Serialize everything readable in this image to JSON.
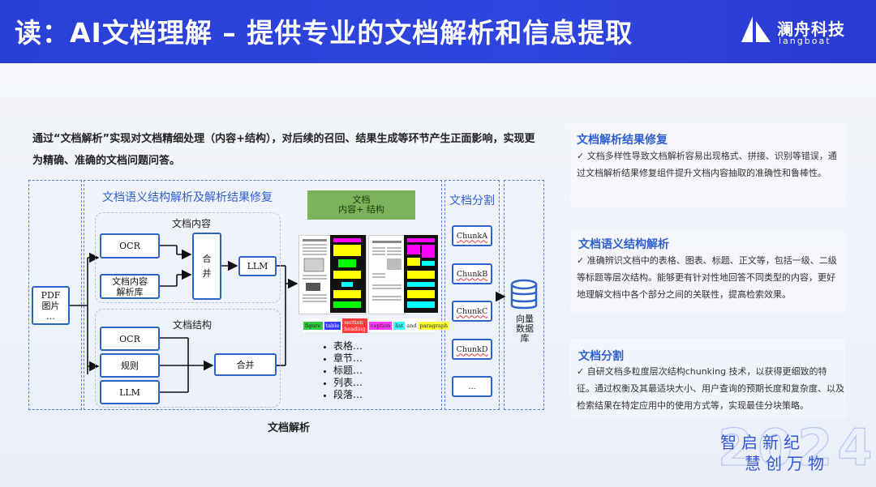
{
  "header": {
    "title": "读：AI文档理解 – 提供专业的文档解析和信息提取",
    "logo_cn": "澜舟科技",
    "logo_en": "langboat"
  },
  "intro": "通过“文档解析”实现对文档精细处理（内容+结构），对后续的召回、结果生成等环节产生正面影响，实现更为精确、准确的文档问题问答。",
  "diagram": {
    "input_box": "PDF\n图片\n…",
    "section_title": "文档语义结构解析及解析结果修复",
    "content_group_label": "文档内容",
    "ocr": "OCR",
    "parser_lib": "文档内容\n解析库",
    "merge_vertical": "合\n并",
    "llm": "LLM",
    "structure_group_label": "文档结构",
    "ocr2": "OCR",
    "rules": "规则",
    "llm2": "LLM",
    "merge2": "合并",
    "output_title": "文档\n内容+ 结构",
    "legend": [
      "figure",
      "table",
      "section heading",
      "caption",
      "list",
      "and",
      "paragraph"
    ],
    "element_list": [
      "表格…",
      "章节…",
      "标题…",
      "列表…",
      "段落…"
    ],
    "caption": "文档解析",
    "split_title": "文档分割",
    "chunks": [
      "ChunkA",
      "ChunkB",
      "ChunkC",
      "ChunkD",
      "…"
    ],
    "vector_db": "向量\n数据\n库"
  },
  "panels": [
    {
      "title": "文档解析结果修复",
      "body": "✓  文档多样性导致文档解析容易出现格式、拼接、识别等错误，通过文档解析结果修复组件提升文档内容抽取的准确性和鲁棒性。"
    },
    {
      "title": "文档语义结构解析",
      "body": "✓  准确辨识文档中的表格、图表、标题、正文等，包括一级、二级等标题等层次结构。能够更有针对性地回答不同类型的内容，更好地理解文档中各个部分之间的关联性，提高检索效果。"
    },
    {
      "title": "文档分割",
      "body": "✓  自研文档多粒度层次结构chunking 技术，以获得更细致的特征。通过权衡及其最适块大小、用户查询的预期长度和复杂度、以及检索结果在特定应用中的使用方式等，实现最佳分块策略。"
    }
  ],
  "brand": {
    "line1": "智启新纪",
    "line2": "慧创万物",
    "watermark": "2024"
  },
  "colors": {
    "header_blue": "#2f45df",
    "accent_blue": "#2f5fd0",
    "box_border": "#2e64c8",
    "output_title_bg": "#7bb35a"
  }
}
